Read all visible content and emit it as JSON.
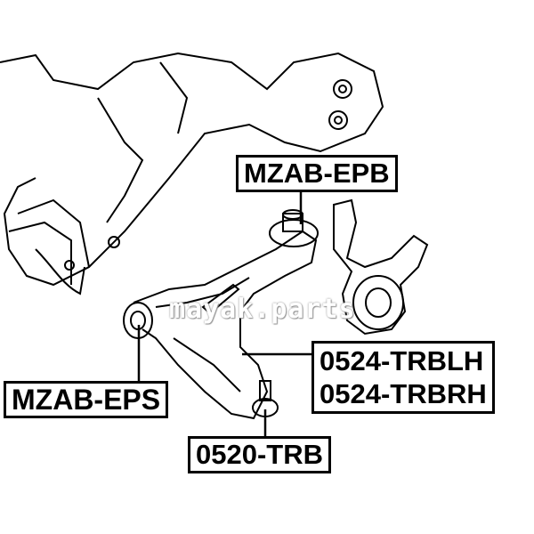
{
  "watermark": "mayak.parts",
  "labels": {
    "epb": "MZAB-EPB",
    "eps": "MZAB-EPS",
    "trblh": "0524-TRBLH",
    "trbrh": "0524-TRBRH",
    "trb": "0520-TRB"
  }
}
